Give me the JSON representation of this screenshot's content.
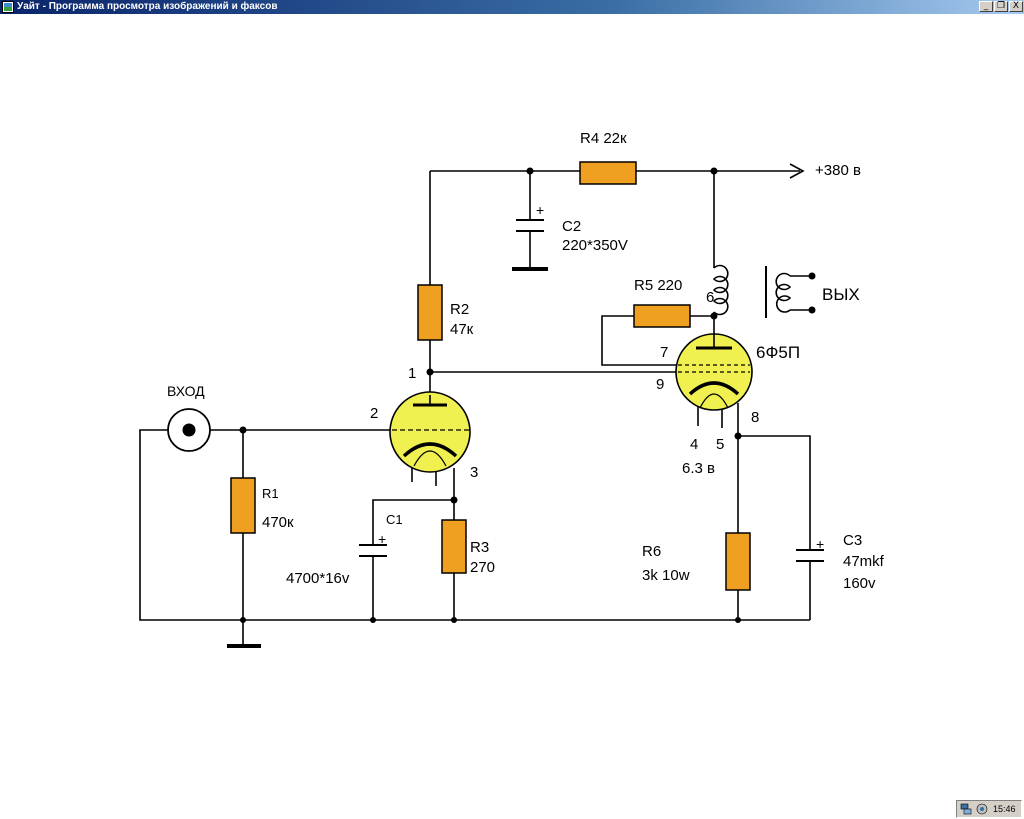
{
  "window": {
    "title": "Уайт - Программа просмотра изображений и факсов",
    "controls": {
      "minimize": "_",
      "restore": "❐",
      "close": "X"
    }
  },
  "schematic": {
    "labels": {
      "r4": "R4 22к",
      "plus_supply": "+380 в",
      "c2_name": "C2",
      "c2_value": "220*350V",
      "c2_polarity": "+",
      "r5": "R5 220",
      "pin6": "6",
      "out": "ВЫХ",
      "r2_name": "R2",
      "r2_value": "47к",
      "pin7": "7",
      "tube2": "6Ф5П",
      "pin1": "1",
      "pin9": "9",
      "input": "ВХОД",
      "pin2": "2",
      "pin8": "8",
      "pin4": "4",
      "pin5": "5",
      "heater": "6.3 в",
      "pin3": "3",
      "r1_name": "R1",
      "r1_value": "470к",
      "c1_name": "C1",
      "c1_polarity": "+",
      "c1_value": "4700*16v",
      "r3_name": "R3",
      "r3_value": "270",
      "r6_name": "R6",
      "r6_value": "3k  10w",
      "c3_name": "C3",
      "c3_value": "47mkf",
      "c3_voltage": "160v",
      "c3_polarity": "+"
    }
  },
  "taskbar": {
    "clock": "15:46"
  },
  "colors": {
    "component": "#f0a020",
    "tube_fill": "#f0f050",
    "wire": "#000000",
    "title_bar": "#0a246a"
  }
}
